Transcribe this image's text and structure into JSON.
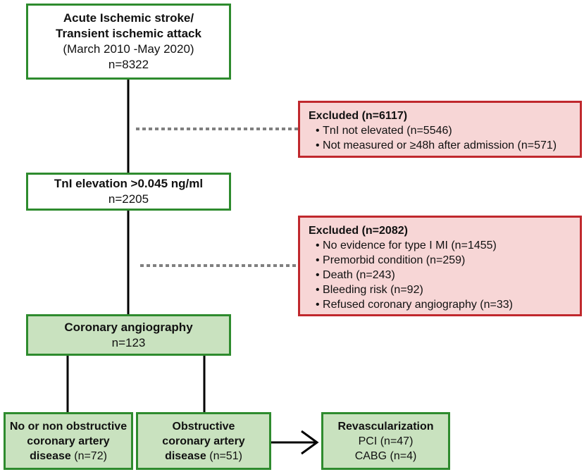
{
  "start": {
    "line1": "Acute Ischemic stroke/",
    "line2": "Transient ischemic attack",
    "period": "(March 2010 -May 2020)",
    "n": "n=8322"
  },
  "excluded1": {
    "title": "Excluded (n=6117)",
    "items": [
      "TnI not elevated (n=5546)",
      "Not measured or ≥48h after admission (n=571)"
    ]
  },
  "tni": {
    "title": "TnI elevation >0.045 ng/ml",
    "n": "n=2205"
  },
  "excluded2": {
    "title": "Excluded (n=2082)",
    "items": [
      "No evidence for type I MI (n=1455)",
      "Premorbid condition (n=259)",
      "Death (n=243)",
      "Bleeding risk (n=92)",
      "Refused coronary angiography (n=33)"
    ]
  },
  "angio": {
    "title": "Coronary angiography",
    "n": "n=123"
  },
  "nonobstructive": {
    "line1": "No or non obstructive",
    "line2": "coronary artery",
    "line3": "disease",
    "n": "(n=72)"
  },
  "obstructive": {
    "line1": "Obstructive",
    "line2": "coronary artery",
    "line3": "disease",
    "n": "(n=51)"
  },
  "revasc": {
    "title": "Revascularization",
    "pci": "PCI (n=47)",
    "cabg": "CABG (n=4)"
  },
  "colors": {
    "green_border": "#2e8b2e",
    "green_fill": "#c9e2bf",
    "red_border": "#c0282d",
    "red_fill": "#f7d6d6"
  }
}
